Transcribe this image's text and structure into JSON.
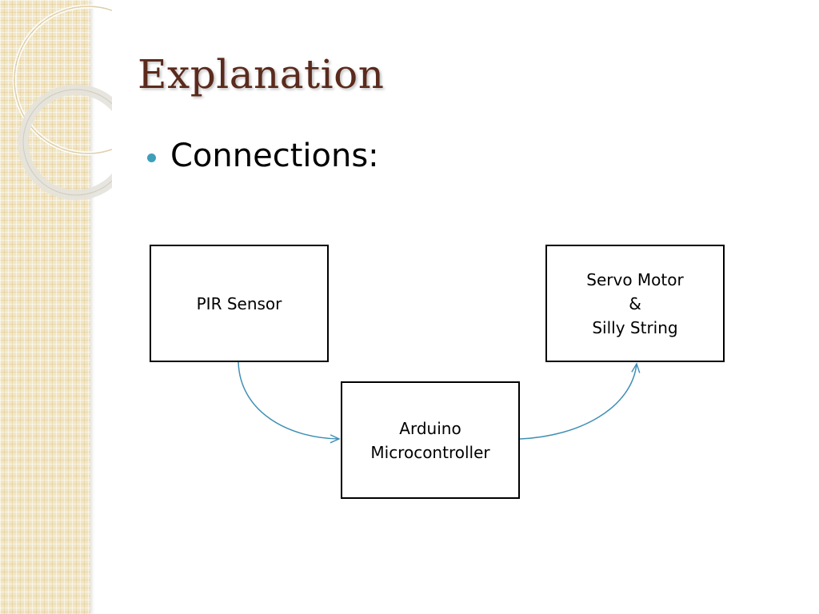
{
  "slide": {
    "title": "Explanation",
    "bullet": "Connections:"
  },
  "diagram": {
    "nodes": [
      {
        "id": "pir",
        "label": "PIR Sensor"
      },
      {
        "id": "arduino",
        "label": "Arduino\nMicrocontroller"
      },
      {
        "id": "servo",
        "label": "Servo Motor\n&\nSilly String"
      }
    ],
    "edges": [
      {
        "from": "pir",
        "to": "arduino"
      },
      {
        "from": "arduino",
        "to": "servo"
      }
    ]
  },
  "colors": {
    "title": "#5a2a1c",
    "bullet": "#3f9fba",
    "connector": "#3f8fb5",
    "side_band": "#f2e6c4"
  }
}
